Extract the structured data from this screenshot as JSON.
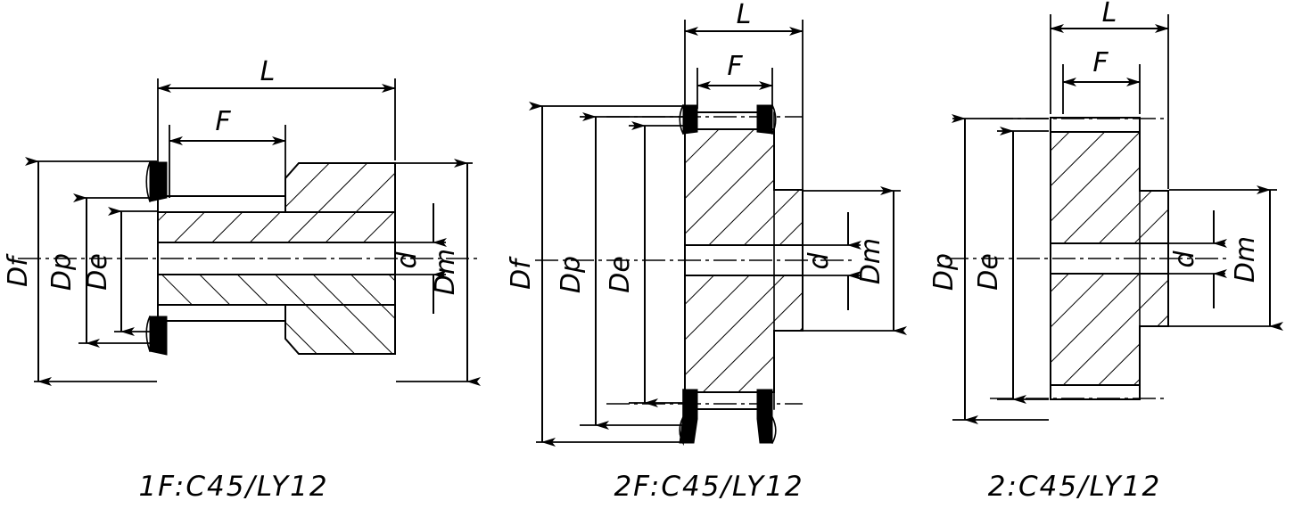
{
  "sheet": {
    "title": "Timing pulley cross-section drawings",
    "background": "#ffffff",
    "line_color": "#000000"
  },
  "figures": [
    {
      "id": "figure-1",
      "caption": "1F:C45/LY12",
      "flange_count": 1,
      "dimensions": {
        "length": "L",
        "face_width": "F",
        "root_diameter": "Df",
        "pitch_diameter": "Dp",
        "outside_diameter": "De",
        "bore_diameter": "d",
        "hub_diameter": "Dm"
      }
    },
    {
      "id": "figure-2",
      "caption": "2F:C45/LY12",
      "flange_count": 2,
      "dimensions": {
        "length": "L",
        "face_width": "F",
        "root_diameter": "Df",
        "pitch_diameter": "Dp",
        "outside_diameter": "De",
        "bore_diameter": "d",
        "hub_diameter": "Dm"
      }
    },
    {
      "id": "figure-3",
      "caption": "2:C45/LY12",
      "flange_count": 0,
      "dimensions": {
        "length": "L",
        "face_width": "F",
        "pitch_diameter": "Dp",
        "outside_diameter": "De",
        "bore_diameter": "d",
        "hub_diameter": "Dm"
      }
    }
  ],
  "labels": {
    "L": "L",
    "F": "F",
    "Df": "Df",
    "Dp": "Dp",
    "De": "De",
    "d": "d",
    "Dm": "Dm"
  }
}
